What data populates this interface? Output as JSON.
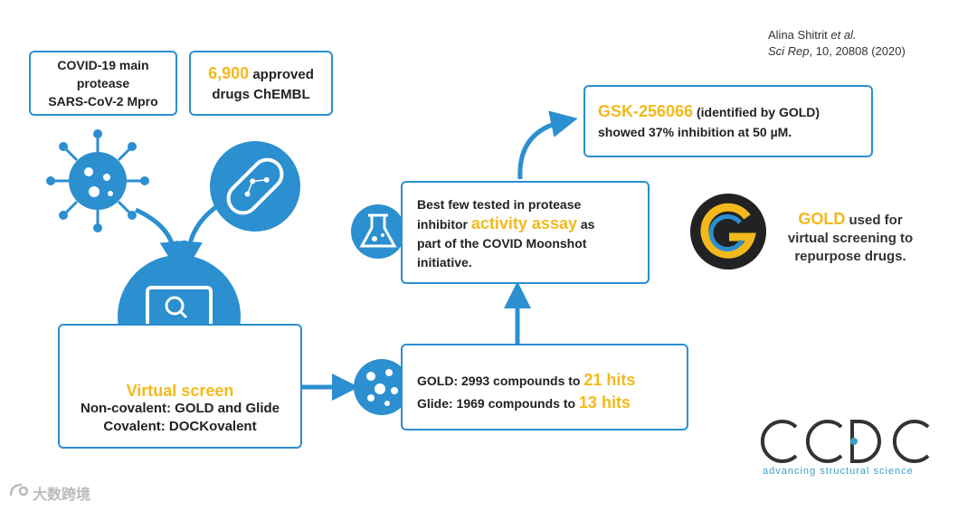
{
  "citation": {
    "author": "Alina Shitrit",
    "etal": "et al.",
    "journal": "Sci Rep",
    "ref": ", 10, 20808 (2020)"
  },
  "target_box": {
    "line1": "COVID-19 main",
    "line2": "protease",
    "line3": "SARS-CoV-2 Mpro"
  },
  "drugs_box": {
    "count": "6,900",
    "line1_rest": " approved",
    "line2": "drugs ChEMBL"
  },
  "screen_box": {
    "title": "Virtual screen",
    "line1": "Non-covalent: GOLD and Glide",
    "line2": "Covalent: DOCKovalent"
  },
  "hits_box": {
    "gold_prefix": "GOLD: 2993 compounds to ",
    "gold_hits": "21 hits",
    "glide_prefix": "Glide: 1969 compounds to ",
    "glide_hits": "13 hits"
  },
  "assay_box": {
    "line1": "Best few tested in protease",
    "line2_prefix": "inhibitor ",
    "line2_highlight": "activity assay",
    "line2_suffix": " as",
    "line3": "part of the COVID Moonshot",
    "line4": "initiative."
  },
  "result_box": {
    "compound": "GSK-256066",
    "line1_rest": " (identified by GOLD)",
    "line2": "showed 37% inhibition at 50 µM."
  },
  "gold_note": {
    "highlight": "GOLD",
    "line1_rest": " used for",
    "line2": "virtual screening to",
    "line3": "repurpose drugs."
  },
  "logo": {
    "name": "CCDC",
    "tagline": "advancing structural science"
  },
  "watermark": "大数跨境",
  "colors": {
    "accent_blue": "#2b8fd0",
    "highlight_yellow": "#f3b91c",
    "dark": "#222222"
  }
}
